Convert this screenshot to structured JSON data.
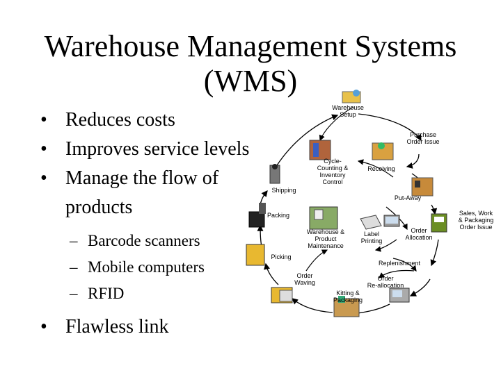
{
  "title_line1": "Warehouse Management Systems",
  "title_line2": "(WMS)",
  "bullets": [
    {
      "text": "Reduces costs"
    },
    {
      "text": "Improves service levels"
    },
    {
      "text": "Manage the flow of",
      "cont": "products"
    }
  ],
  "sub_bullets": [
    "Barcode scanners",
    "Mobile computers",
    "RFID"
  ],
  "last_bullet": "Flawless link",
  "bullet_char": "•",
  "dash_char": "–",
  "diagram": {
    "warehouse_setup": [
      "Warehouse",
      "Setup"
    ],
    "purchase_order": [
      "Purchase",
      "Order Issue"
    ],
    "receiving": [
      "Receiving"
    ],
    "put_away": [
      "Put-Away"
    ],
    "sales_order": [
      "Sales, Work",
      "& Packaging",
      "Order Issue"
    ],
    "order_allocation": [
      "Order",
      "Allocation"
    ],
    "replenishment": [
      "Replenishment"
    ],
    "order_reallocation": [
      "Order",
      "Re-allocation"
    ],
    "kitting": [
      "Kitting &",
      "Packaging"
    ],
    "order_waving": [
      "Order",
      "Waving"
    ],
    "picking": [
      "Picking"
    ],
    "packing": [
      "Packing"
    ],
    "shipping": [
      "Shipping"
    ],
    "cycle_counting": [
      "Cycle-",
      "Counting &",
      "Inventory",
      "Control"
    ],
    "warehouse_maintenance": [
      "Warehouse &",
      "Product",
      "Maintenance"
    ],
    "label_printing": [
      "Label",
      "Printing"
    ]
  }
}
